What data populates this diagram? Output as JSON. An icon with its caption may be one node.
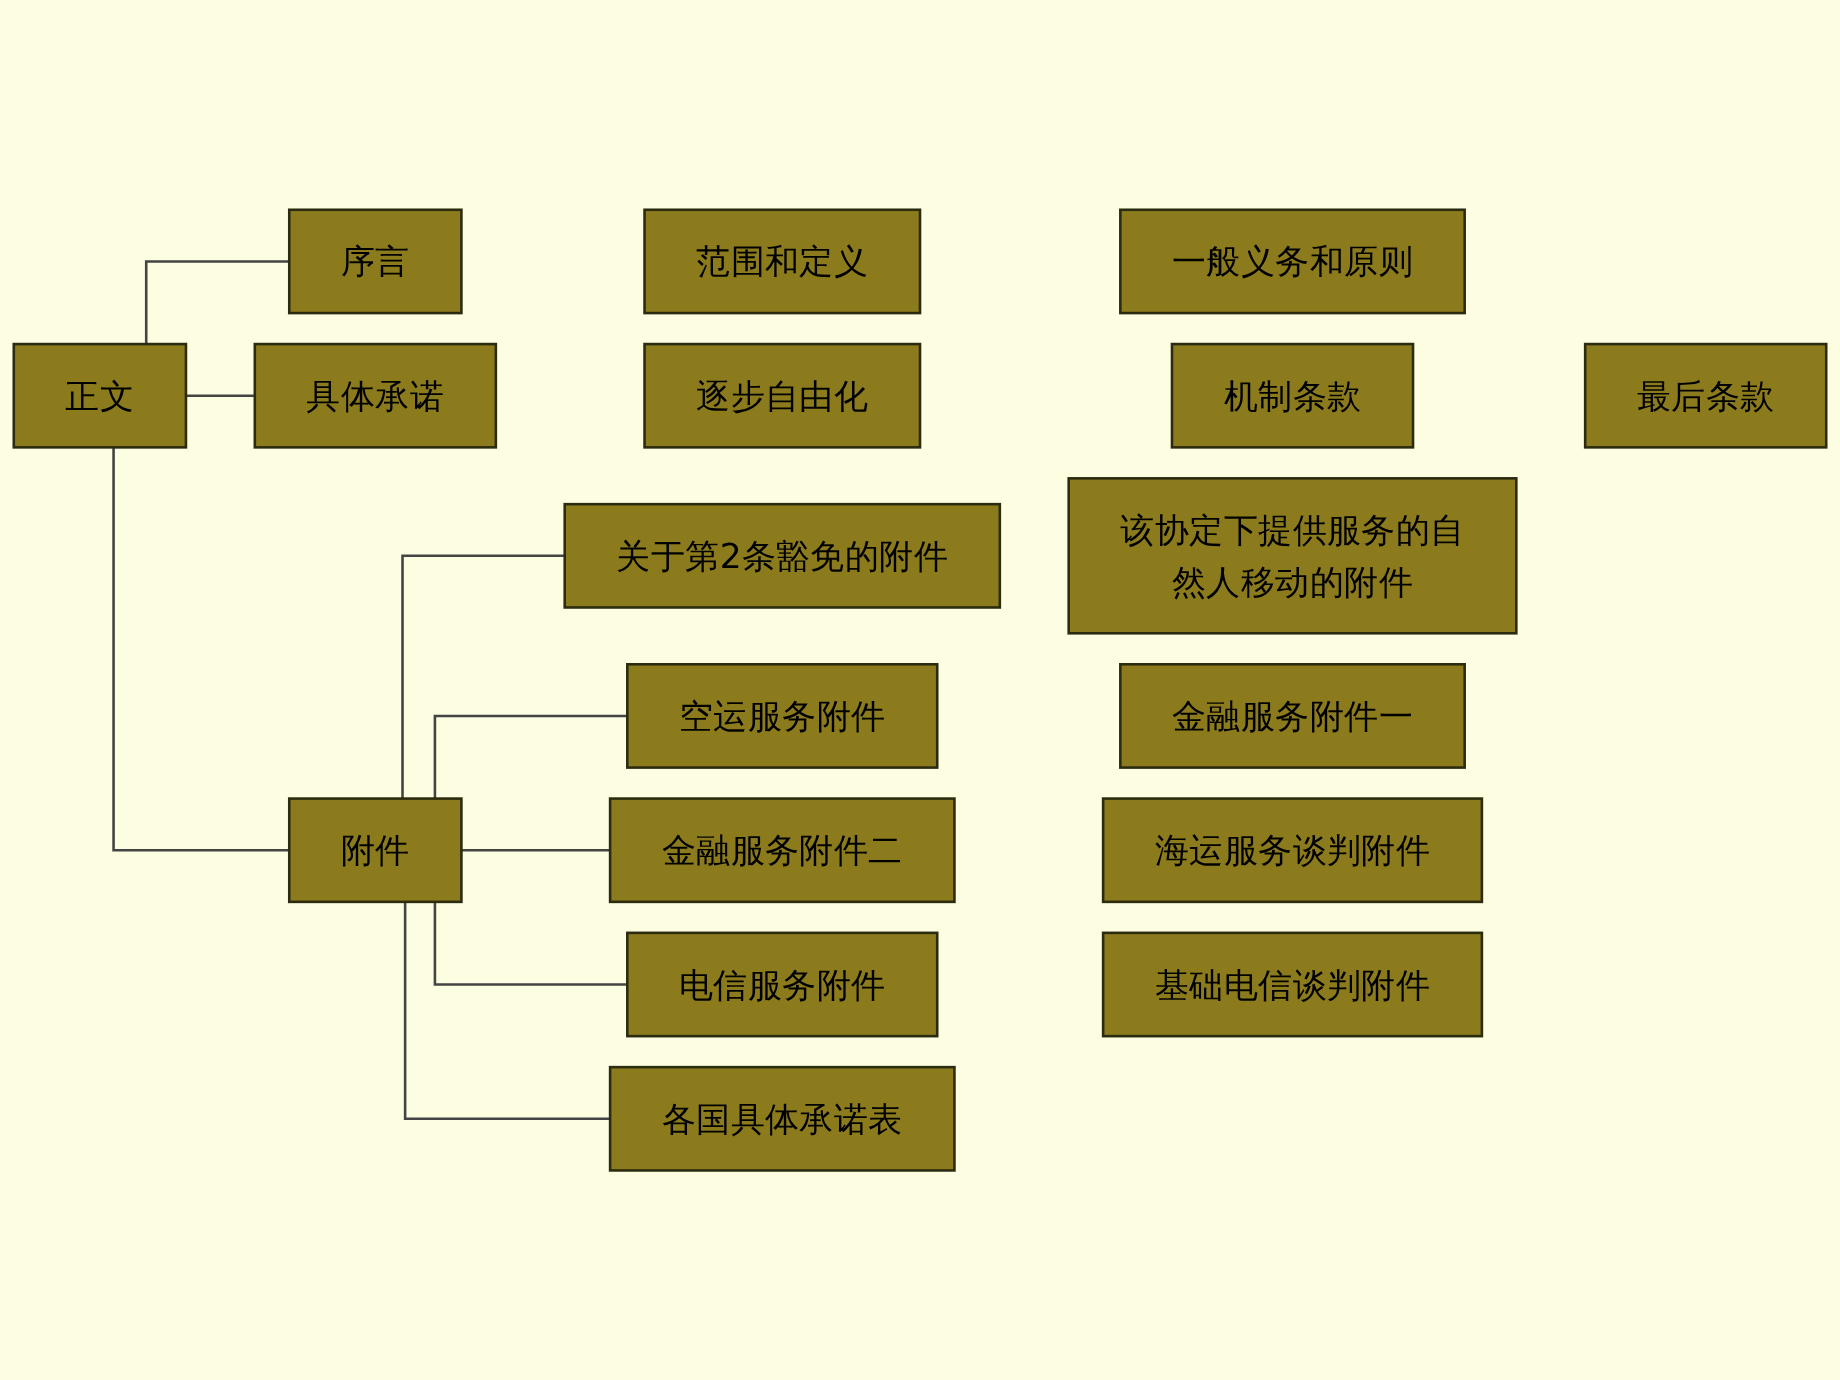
{
  "diagram": {
    "nodes": [
      {
        "text": [
          "正文"
        ]
      },
      {
        "text": [
          "序言"
        ]
      },
      {
        "text": [
          "范围和定义"
        ]
      },
      {
        "text": [
          "一般义务和原则"
        ]
      },
      {
        "text": [
          "具体承诺"
        ]
      },
      {
        "text": [
          "逐步自由化"
        ]
      },
      {
        "text": [
          "机制条款"
        ]
      },
      {
        "text": [
          "最后条款"
        ]
      },
      {
        "text": [
          "附件"
        ]
      },
      {
        "text": [
          "关于第2条豁免的附件"
        ]
      },
      {
        "text": [
          "该协定下提供服务的自然人移动的附件"
        ]
      },
      {
        "text": [
          "空运服务附件"
        ]
      },
      {
        "text": [
          "金融服务附件一"
        ]
      },
      {
        "text": [
          "金融服务附件二"
        ]
      },
      {
        "text": [
          "海运服务谈判附件"
        ]
      },
      {
        "text": [
          "电信服务附件"
        ]
      },
      {
        "text": [
          "基础电信谈判附件"
        ]
      },
      {
        "text": [
          "各国具体承诺表"
        ]
      }
    ],
    "edges": [
      {
        "from": 0,
        "to": 8,
        "arrow": "none"
      },
      {
        "from": 8,
        "to": 17,
        "arrow": "none"
      },
      {
        "from": 0,
        "to": 1,
        "arrow": "none"
      },
      {
        "from": 0,
        "to": 4,
        "arrow": "none"
      },
      {
        "from": 8,
        "to": 9,
        "arrow": "none"
      },
      {
        "from": 8,
        "to": 11,
        "arrow": "none"
      },
      {
        "from": 8,
        "to": 13,
        "arrow": "none"
      },
      {
        "from": 8,
        "to": 15,
        "arrow": "none"
      }
    ]
  }
}
